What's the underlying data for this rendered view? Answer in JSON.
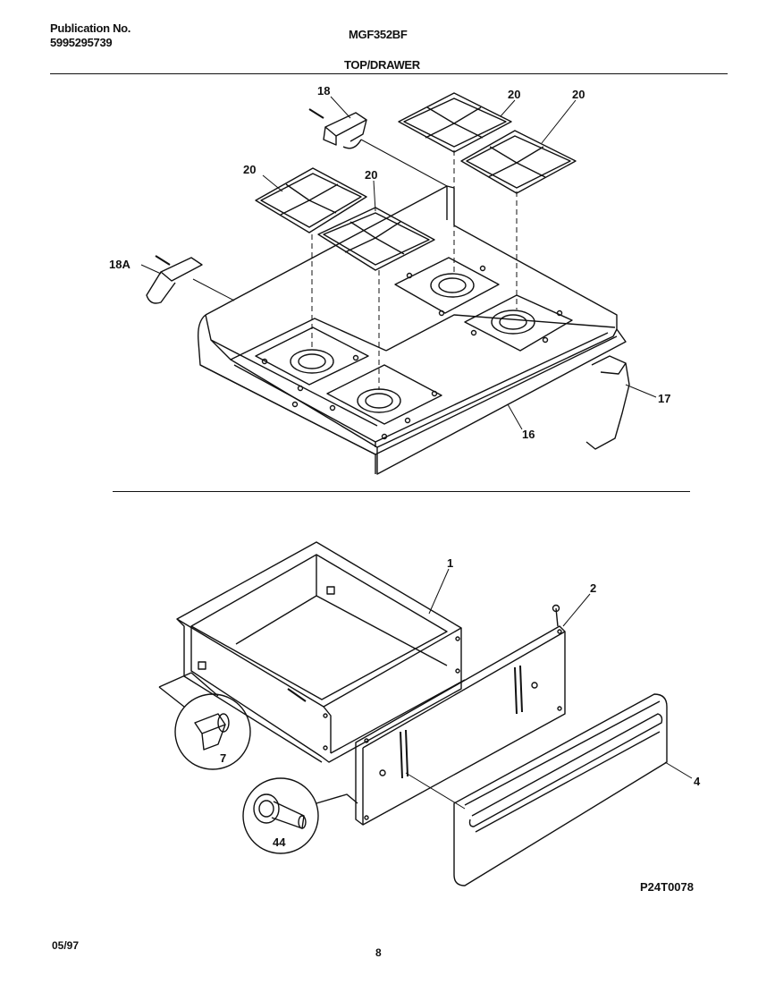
{
  "header": {
    "publication_label": "Publication No.",
    "publication_number": "5995295739",
    "model": "MGF352BF",
    "section_title": "TOP/DRAWER"
  },
  "callouts": {
    "c18": "18",
    "c18a": "18A",
    "c20a": "20",
    "c20b": "20",
    "c20c": "20",
    "c20d": "20",
    "c17": "17",
    "c16": "16",
    "c1": "1",
    "c2": "2",
    "c4": "4",
    "c7": "7",
    "c44": "44"
  },
  "diagram_code": "P24T0078",
  "footer": {
    "date": "05/97",
    "page": "8"
  }
}
